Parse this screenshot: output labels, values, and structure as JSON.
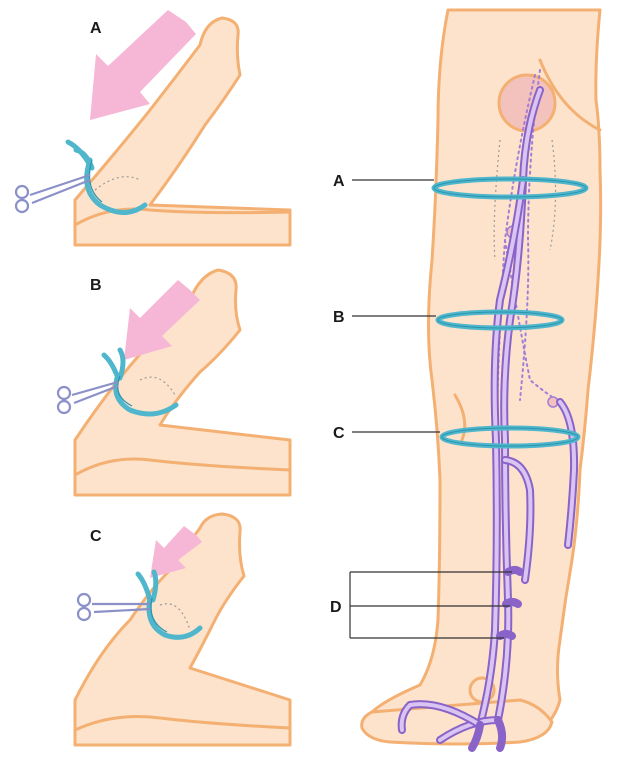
{
  "panels": [
    {
      "label": "A"
    },
    {
      "label": "B"
    },
    {
      "label": "C"
    }
  ],
  "main_labels": {
    "a": "A",
    "b": "B",
    "c": "C",
    "d": "D"
  },
  "colors": {
    "skin_fill": "#fde3cc",
    "skin_outline": "#f3b072",
    "tourniquet": "#4fb6cc",
    "vein": "#8a63c9",
    "arrow": "#f6b7d6",
    "clamp": "#8b90c8"
  }
}
